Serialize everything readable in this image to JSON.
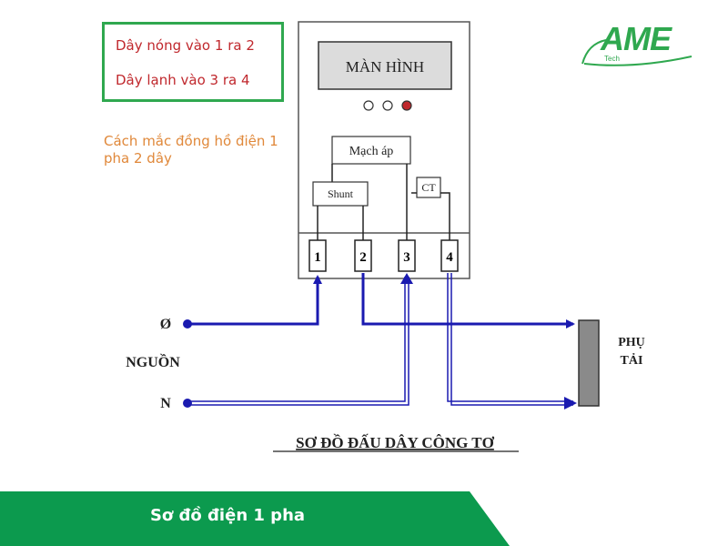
{
  "legend": {
    "hot_wire": "Dây nóng vào 1 ra 2",
    "cold_wire": "Dây lạnh vào 3 ra 4"
  },
  "caption": "Cách mắc đồng hồ điện 1 pha 2 dây",
  "logo": {
    "name": "AME",
    "sub": "Tech"
  },
  "meter": {
    "screen_label": "MÀN HÌNH",
    "voltage_circuit": "Mạch áp",
    "shunt": "Shunt",
    "ct": "CT",
    "terminals": [
      "1",
      "2",
      "3",
      "4"
    ]
  },
  "source": {
    "label": "NGUỒN",
    "phase": "Ø",
    "neutral": "N"
  },
  "load": {
    "line1": "PHỤ",
    "line2": "TẢI"
  },
  "diagram_title": "SƠ ĐỒ ĐẤU DÂY CÔNG TƠ",
  "banner": {
    "title": "Sơ đồ điện 1 pha"
  },
  "colors": {
    "wire": "#1a1ab0",
    "legend_border": "#2fa84f",
    "legend_text": "#c0282d",
    "caption_text": "#e0883a",
    "banner_bg": "#0c9a4e",
    "indicator_red": "#c0282d",
    "load_fill": "#8a8a8a"
  }
}
